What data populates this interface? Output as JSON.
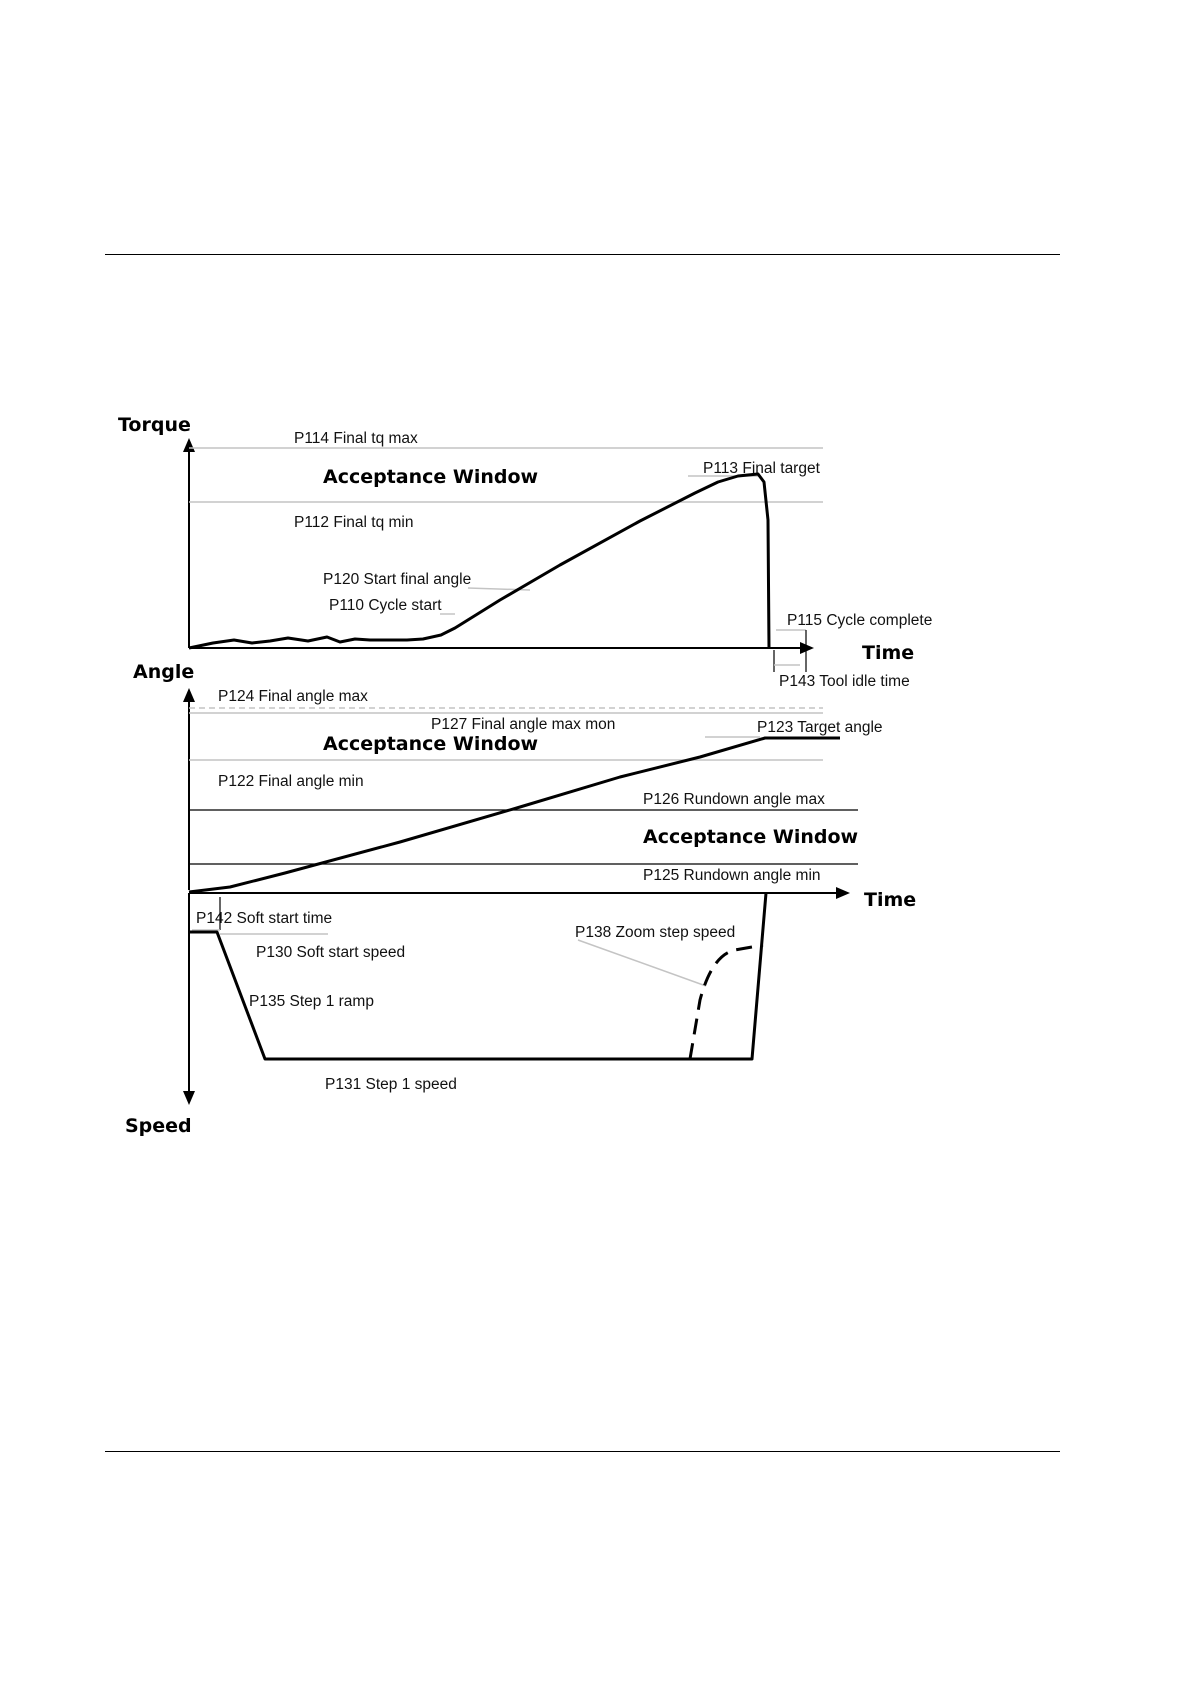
{
  "axes": {
    "torque": "Torque",
    "angle": "Angle",
    "speed": "Speed",
    "time_top": "Time",
    "time_bottom": "Time"
  },
  "windows": {
    "torque": "Acceptance Window",
    "angle": "Acceptance Window",
    "rundown": "Acceptance Window"
  },
  "torque_labels": {
    "p114": "P114 Final tq max",
    "p113": "P113 Final target",
    "p112": "P112 Final tq min",
    "p120": "P120 Start final angle",
    "p110": "P110 Cycle start",
    "p115": "P115 Cycle complete",
    "p143": "P143 Tool idle time"
  },
  "angle_labels": {
    "p124": "P124 Final angle max",
    "p127": "P127 Final angle max mon",
    "p123": "P123 Target angle",
    "p122": "P122 Final angle min",
    "p126": "P126 Rundown angle max",
    "p125": "P125 Rundown angle min"
  },
  "speed_labels": {
    "p142": "P142 Soft start time",
    "p130": "P130 Soft start speed",
    "p135": "P135 Step 1 ramp",
    "p138": "P138 Zoom step speed",
    "p131": "P131 Step 1 speed"
  }
}
